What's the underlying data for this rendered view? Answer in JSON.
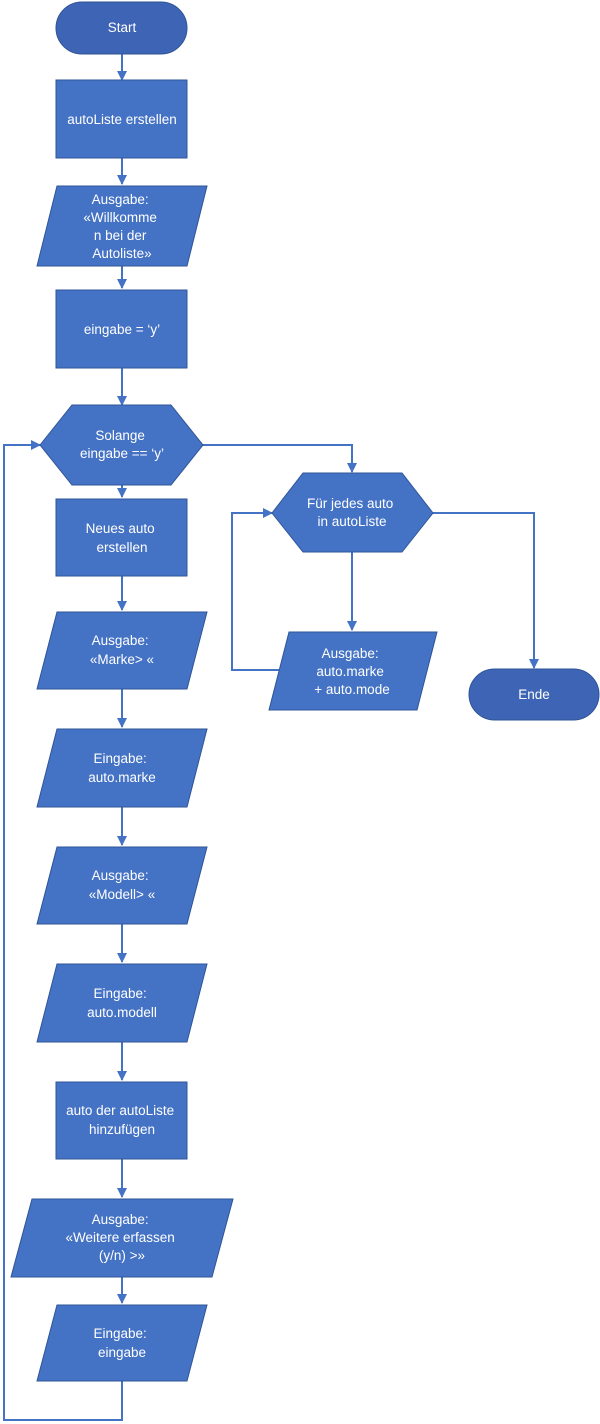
{
  "diagram": {
    "colors": {
      "fill": "#4472C4",
      "terminator_fill": "#3E64B5",
      "stroke": "#2F5597",
      "connector": "#4472C4",
      "text": "#FFFFFF"
    },
    "nodes": {
      "start": {
        "lines": [
          "Start"
        ]
      },
      "create_list": {
        "lines": [
          "autoListe erstellen"
        ]
      },
      "welcome": {
        "lines": [
          "Ausgabe:",
          "«Willkomme",
          "n bei der",
          "Autoliste»"
        ]
      },
      "init_input": {
        "lines": [
          "eingabe = ‘y’"
        ]
      },
      "while_loop": {
        "lines": [
          "Solange",
          "eingabe == ‘y’"
        ]
      },
      "new_auto": {
        "lines": [
          "Neues auto",
          "erstellen"
        ]
      },
      "prompt_marke": {
        "lines": [
          "Ausgabe:",
          "«Marke> «"
        ]
      },
      "input_marke": {
        "lines": [
          "Eingabe:",
          "auto.marke"
        ]
      },
      "prompt_modell": {
        "lines": [
          "Ausgabe:",
          "«Modell> «"
        ]
      },
      "input_modell": {
        "lines": [
          "Eingabe:",
          "auto.modell"
        ]
      },
      "add_to_list": {
        "lines": [
          "auto der autoListe",
          "hinzufügen"
        ]
      },
      "prompt_more": {
        "lines": [
          "Ausgabe:",
          "«Weitere erfassen",
          "(y/n) >»"
        ]
      },
      "input_more": {
        "lines": [
          "Eingabe:",
          "eingabe"
        ]
      },
      "for_each": {
        "lines": [
          "Für jedes auto",
          "in autoListe"
        ]
      },
      "print_auto": {
        "lines": [
          "Ausgabe:",
          "auto.marke",
          "+ auto.mode"
        ]
      },
      "end": {
        "lines": [
          "Ende"
        ]
      }
    }
  }
}
